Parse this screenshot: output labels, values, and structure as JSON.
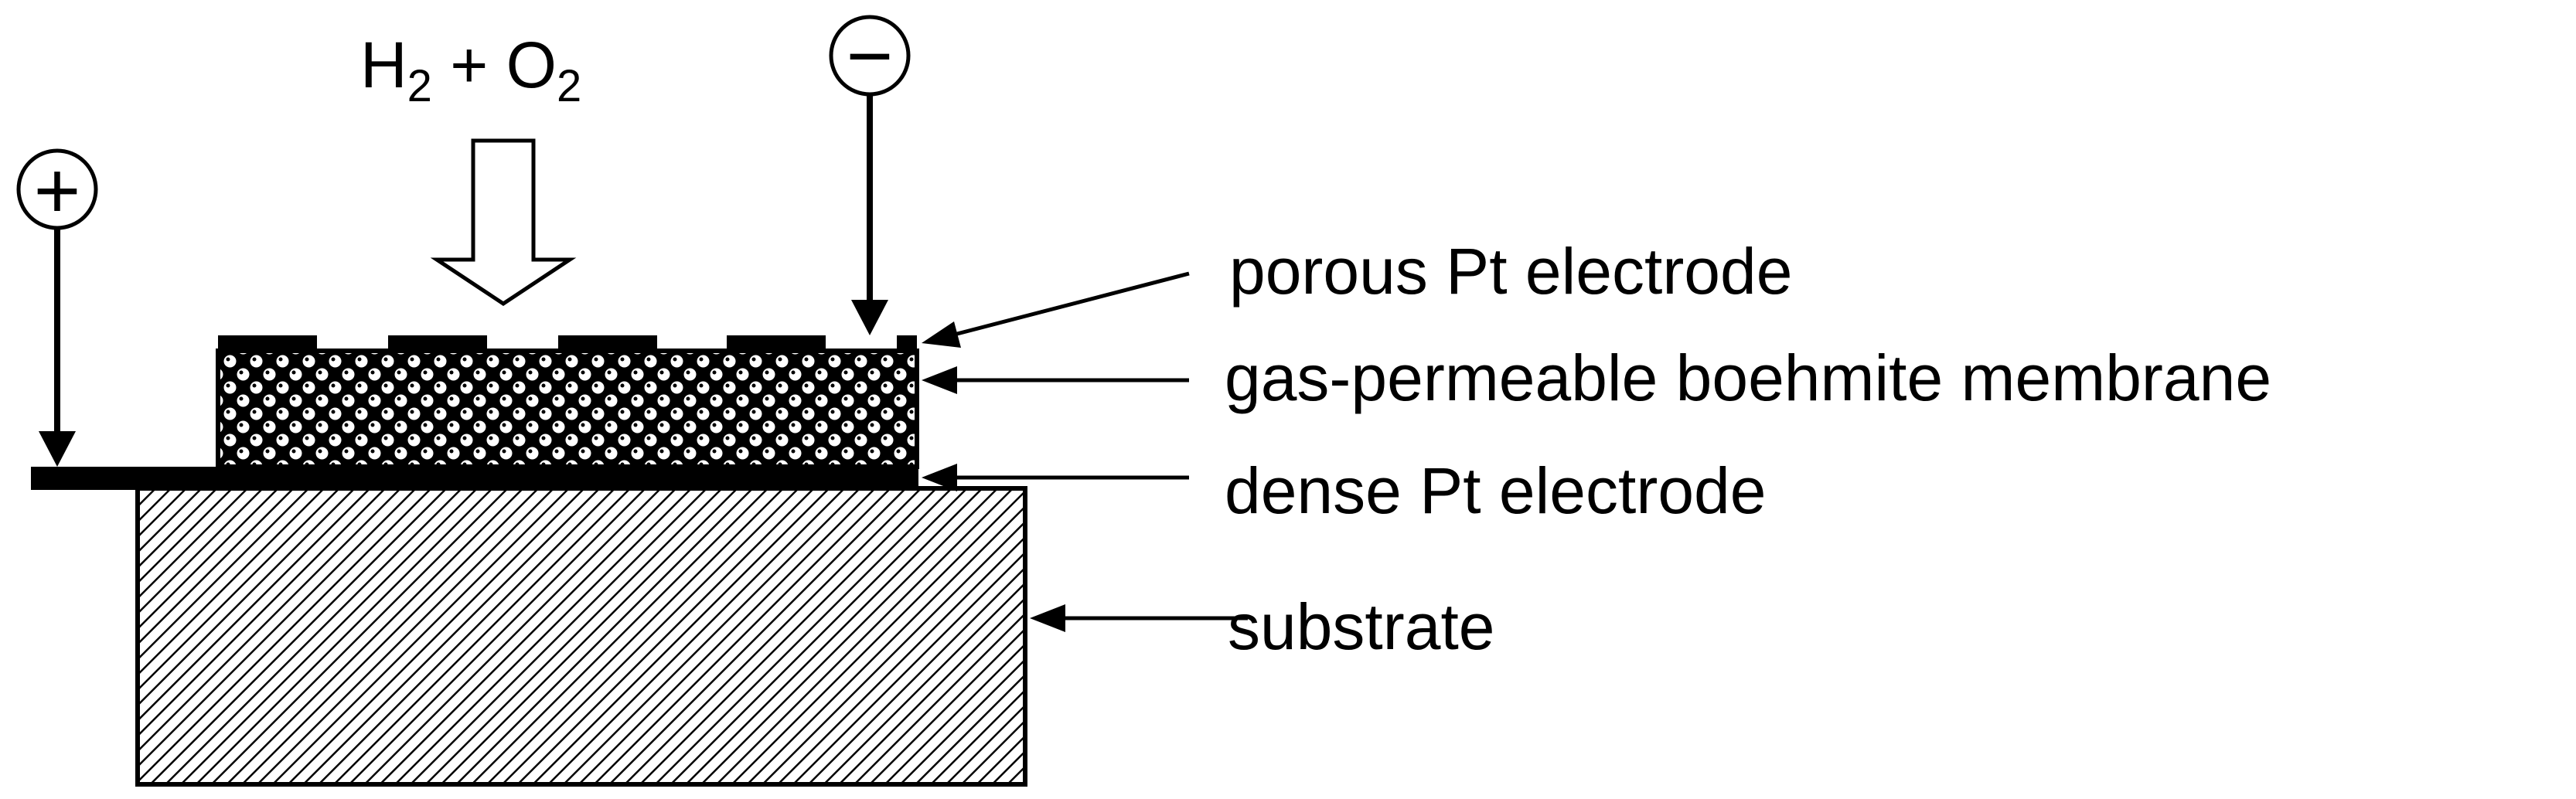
{
  "gas": {
    "h": "H",
    "h_sub": "2",
    "plus": " + ",
    "o": "O",
    "o_sub": "2"
  },
  "terminals": {
    "positive": "+",
    "negative": "−"
  },
  "labels": {
    "porous": "porous Pt electrode",
    "membrane": "gas-permeable boehmite membrane",
    "dense": "dense Pt electrode",
    "substrate": "substrate"
  },
  "colors": {
    "ink": "#000000",
    "paper": "#ffffff"
  }
}
